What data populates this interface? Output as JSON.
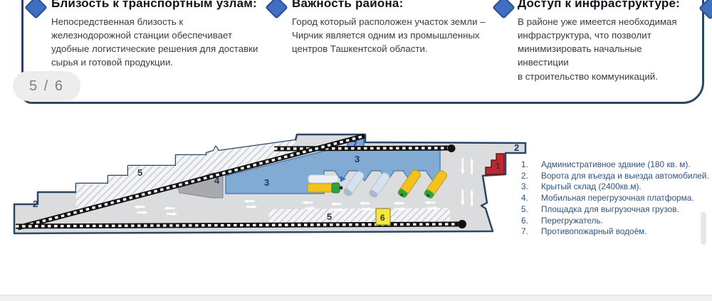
{
  "page": {
    "indicator": "5 / 6"
  },
  "features": [
    {
      "title": "Близость к транспортным узлам:",
      "body": "Непосредственная близость к\nжелезнодорожной станции обеспечивает\nудобные логистические решения для доставки\nсырья и готовой продукции."
    },
    {
      "title": "Важность района:",
      "body": "Город который расположен участок земли –\nЧирчик является одним из промышленных\nцентров Ташкентской области."
    },
    {
      "title": "Доступ к инфраструктуре:",
      "body": "В районе уже имеется необходимая\nинфраструктура, что позволит\nминимизировать начальные инвестиции\nв строительство коммуникаций."
    }
  ],
  "diagram": {
    "labels": {
      "left_gate": "2",
      "right_gate": "2",
      "admin": "1",
      "warehouse_a": "3",
      "warehouse_b": "3",
      "platform": "4",
      "upper_area": "5",
      "lower_area": "5",
      "loader": "6",
      "reservoir": "7"
    },
    "colors": {
      "outline_navy": "#2C4666",
      "site_gray": "#DBDCDE",
      "warehouse_blue": "#82ABD3",
      "admin_red": "#C0262E",
      "loader_yellow": "#F7E73C",
      "reservoir_blue": "#7DA2D8",
      "truck_yellow": "#F4C21E",
      "truck_green": "#2FA143",
      "diamond_blue": "#3E6FC1"
    }
  },
  "legend": {
    "items": [
      {
        "num": "1.",
        "text": "Административное здание (180 кв. м)."
      },
      {
        "num": "2.",
        "text": "Ворота для въезда и выезда автомобилей."
      },
      {
        "num": "3.",
        "text": "Крытый склад (2400кв.м)."
      },
      {
        "num": "4.",
        "text": "Мобильная перегрузочная платформа."
      },
      {
        "num": "5.",
        "text": "Площадка для выгрузочная грузов."
      },
      {
        "num": "6.",
        "text": "Перегружатель."
      },
      {
        "num": "7.",
        "text": "Противопожарный водоём."
      }
    ]
  }
}
